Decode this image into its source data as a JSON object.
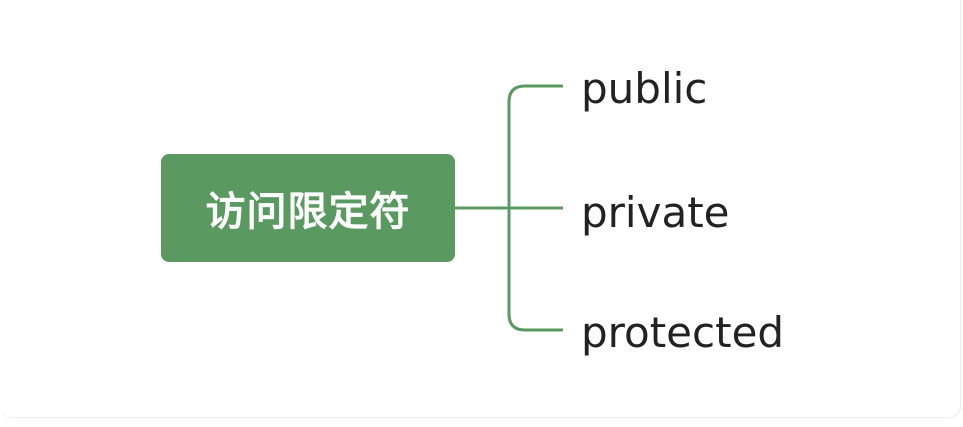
{
  "mindmap": {
    "root": {
      "label": "访问限定符"
    },
    "children": [
      {
        "label": "public"
      },
      {
        "label": "private"
      },
      {
        "label": "protected"
      }
    ]
  },
  "colors": {
    "node_fill": "#5a9a61",
    "connector": "#5a9a61",
    "text": "#222222",
    "background": "#ffffff"
  }
}
